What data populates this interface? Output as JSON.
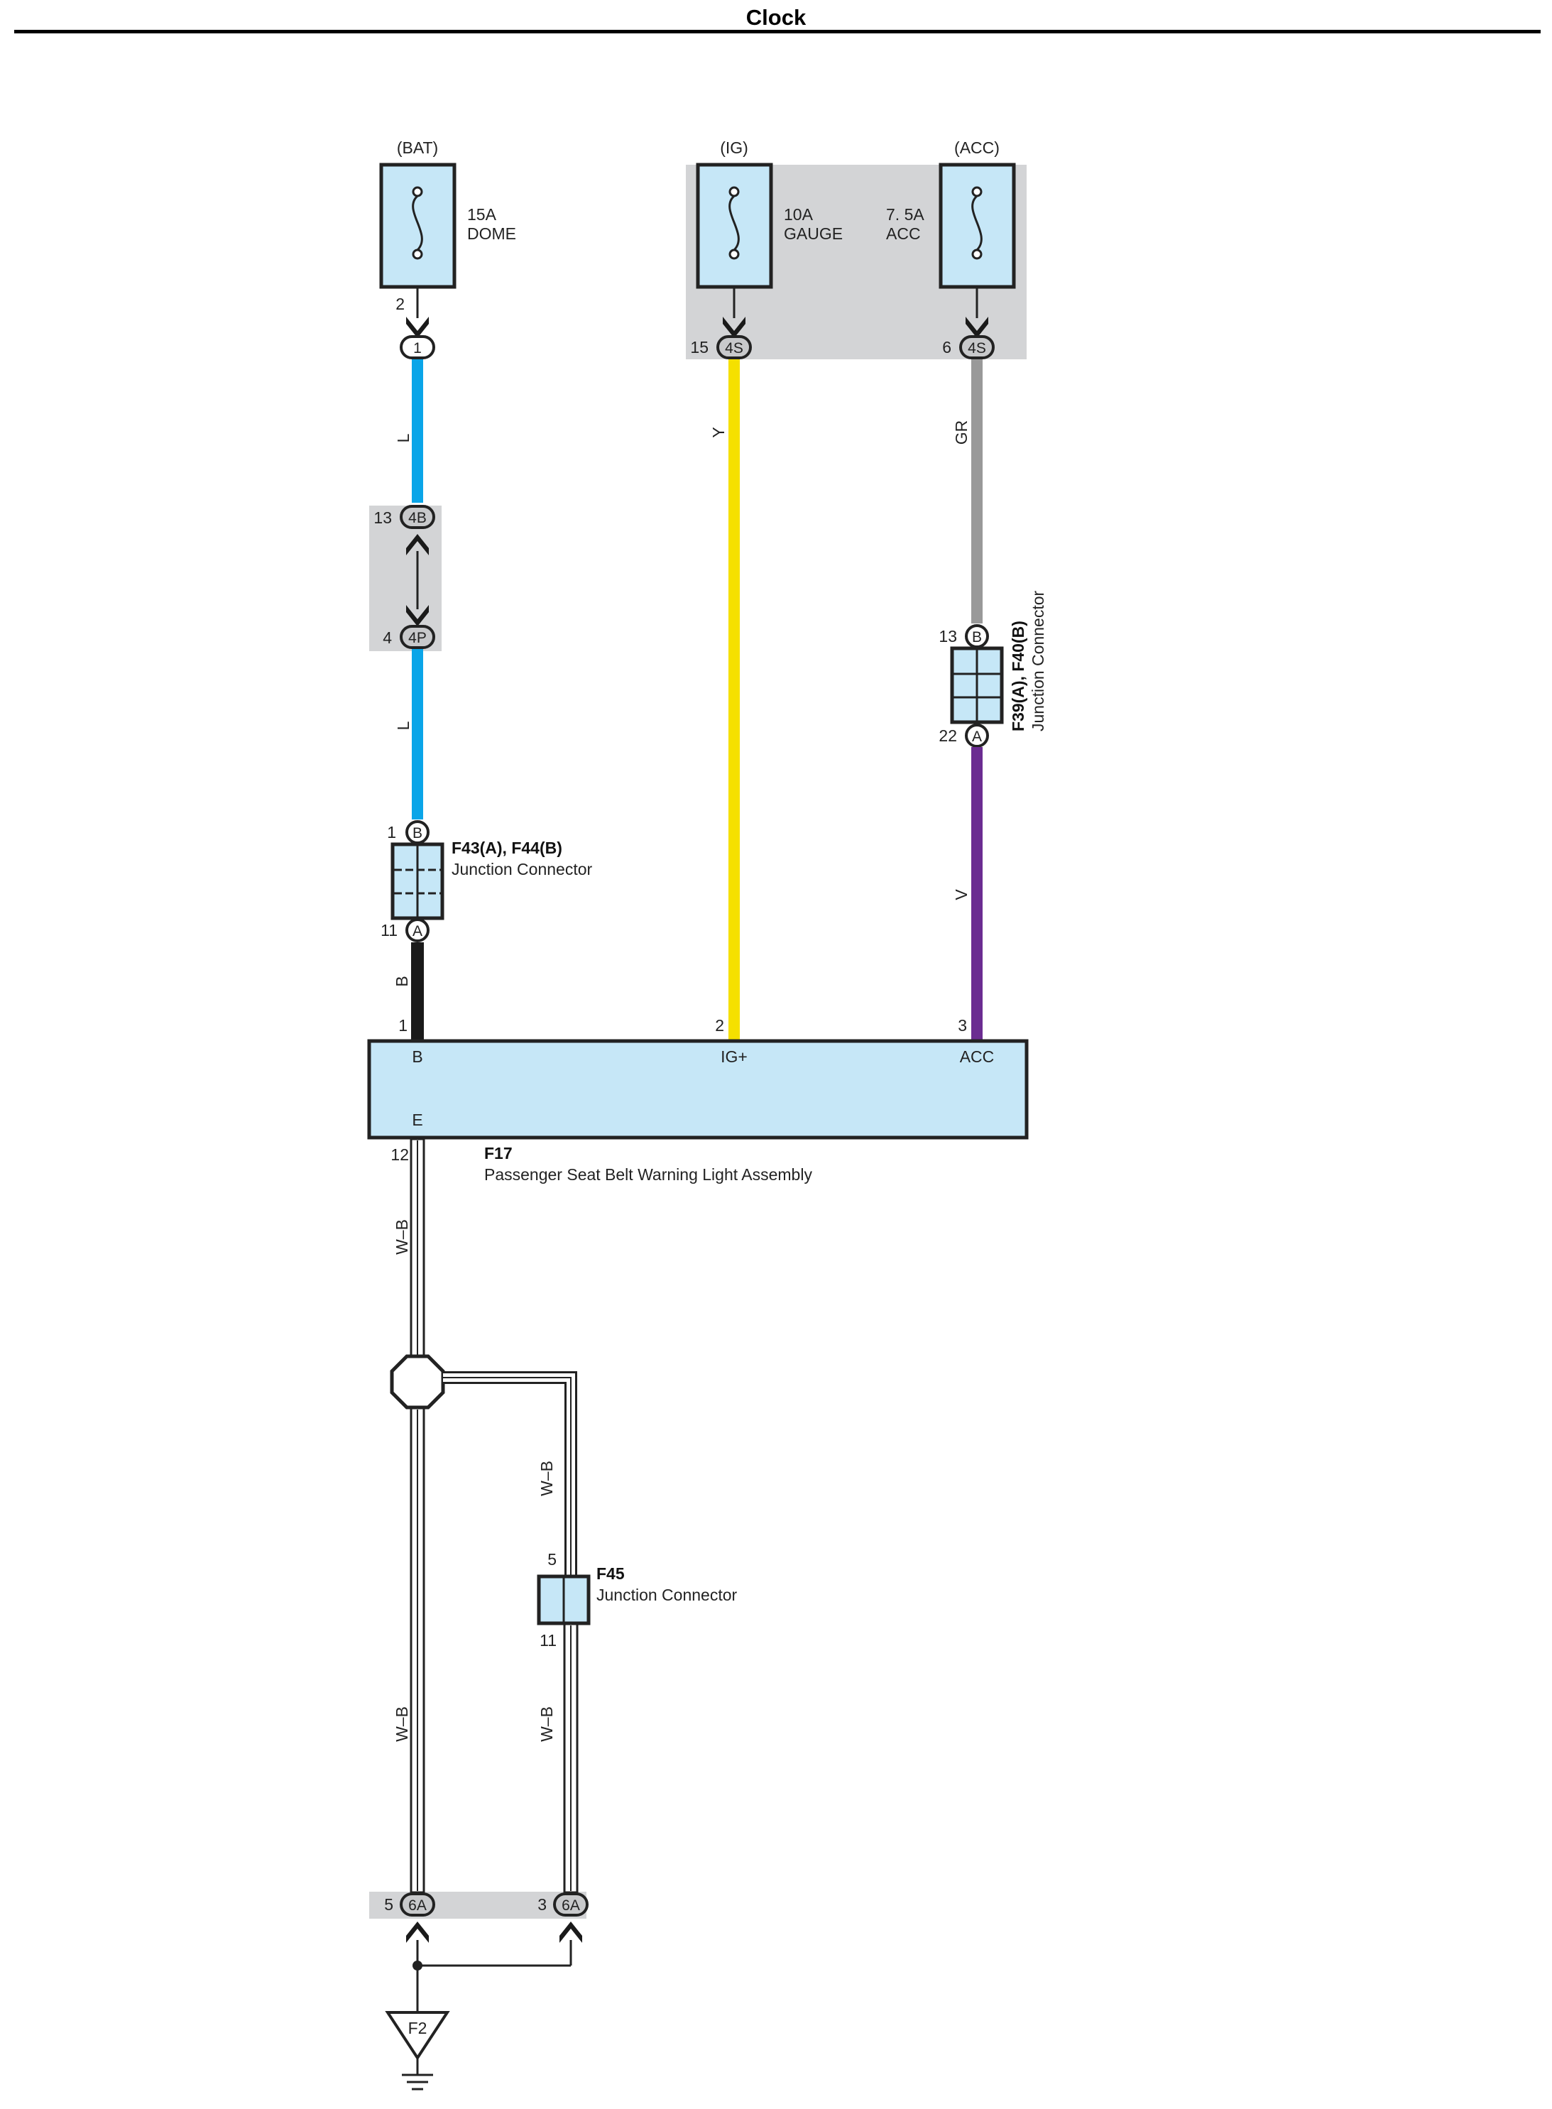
{
  "title": "Clock",
  "sources": {
    "bat": {
      "label": "(BAT)",
      "fuse_rating": "15A",
      "fuse_name": "DOME",
      "pin": "2",
      "connector": "1"
    },
    "ig": {
      "label": "(IG)",
      "fuse_rating": "10A",
      "fuse_name": "GAUGE",
      "pin": "15",
      "connector": "4S"
    },
    "acc": {
      "label": "(ACC)",
      "fuse_rating": "7. 5A",
      "fuse_name": "ACC",
      "pin": "6",
      "connector": "4S"
    }
  },
  "wire_colors": {
    "L": "L",
    "Y": "Y",
    "GR": "GR",
    "V": "V",
    "B": "B",
    "WB": "W–B"
  },
  "wire_hex": {
    "L": "#0aa5e8",
    "Y": "#f5e000",
    "GR": "#999999",
    "V": "#6b2c91",
    "B": "#1a1a1a",
    "WB": "#ffffff",
    "box_fill": "#c6e7f7",
    "shade": "#d3d4d6"
  },
  "inline_connectors": {
    "c4B": {
      "pin": "13",
      "label": "4B"
    },
    "c4P": {
      "pin": "4",
      "label": "4P"
    }
  },
  "f43": {
    "title": "F43(A), F44(B)",
    "subtitle": "Junction Connector",
    "pin_top": "1",
    "letter_top": "B",
    "pin_bottom": "11",
    "letter_bottom": "A"
  },
  "f39": {
    "title": "F39(A), F40(B)",
    "subtitle": "Junction Connector",
    "pin_top": "13",
    "letter_top": "B",
    "pin_bottom": "22",
    "letter_bottom": "A"
  },
  "f17": {
    "id": "F17",
    "name": "Passenger Seat Belt Warning Light Assembly",
    "pins": {
      "b_num": "1",
      "b_label": "B",
      "ig_num": "2",
      "ig_label": "IG+",
      "acc_num": "3",
      "acc_label": "ACC",
      "e_num": "12",
      "e_label": "E"
    }
  },
  "f45": {
    "title": "F45",
    "subtitle": "Junction Connector",
    "pin_top": "5",
    "pin_bottom": "11"
  },
  "ground_connectors": {
    "left": {
      "pin": "5",
      "label": "6A"
    },
    "right": {
      "pin": "3",
      "label": "6A"
    }
  },
  "ground": {
    "label": "F2"
  }
}
